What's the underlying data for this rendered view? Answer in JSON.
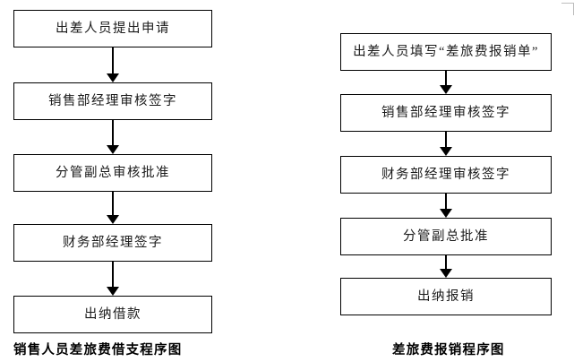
{
  "document": {
    "type": "flowchart-pair",
    "background_color": "#ffffff",
    "line_color": "#000000",
    "text_color": "#1a1a1a"
  },
  "left_flowchart": {
    "caption": "销售人员差旅费借支程序图",
    "nodes": [
      {
        "label": "出差人员提出申请"
      },
      {
        "label": "销售部经理审核签字"
      },
      {
        "label": "分管副总审核批准"
      },
      {
        "label": "财务部经理签字"
      },
      {
        "label": "出纳借款"
      }
    ],
    "connectors": [
      {
        "from": "出差人员提出申请",
        "to": "销售部经理审核签字",
        "arrow": "down-arrow"
      },
      {
        "from": "销售部经理审核签字",
        "to": "分管副总审核批准",
        "arrow": "down-arrow"
      },
      {
        "from": "分管副总审核批准",
        "to": "财务部经理签字",
        "arrow": "down-arrow"
      },
      {
        "from": "财务部经理签字",
        "to": "出纳借款",
        "arrow": "down-arrow"
      }
    ]
  },
  "right_flowchart": {
    "caption": "差旅费报销程序图",
    "nodes": [
      {
        "label": "出差人员填写“差旅费报销单”"
      },
      {
        "label": "销售部经理审核签字"
      },
      {
        "label": "财务部经理审核签字"
      },
      {
        "label": "分管副总批准"
      },
      {
        "label": "出纳报销"
      }
    ],
    "connectors": [
      {
        "from": "出差人员填写“差旅费报销单”",
        "to": "销售部经理审核签字",
        "arrow": "down-arrow"
      },
      {
        "from": "销售部经理审核签字",
        "to": "财务部经理审核签字",
        "arrow": "down-arrow"
      },
      {
        "from": "财务部经理审核签字",
        "to": "分管副总批准",
        "arrow": "down-arrow"
      },
      {
        "from": "分管副总批准",
        "to": "出纳报销",
        "arrow": "down-arrow"
      }
    ]
  }
}
